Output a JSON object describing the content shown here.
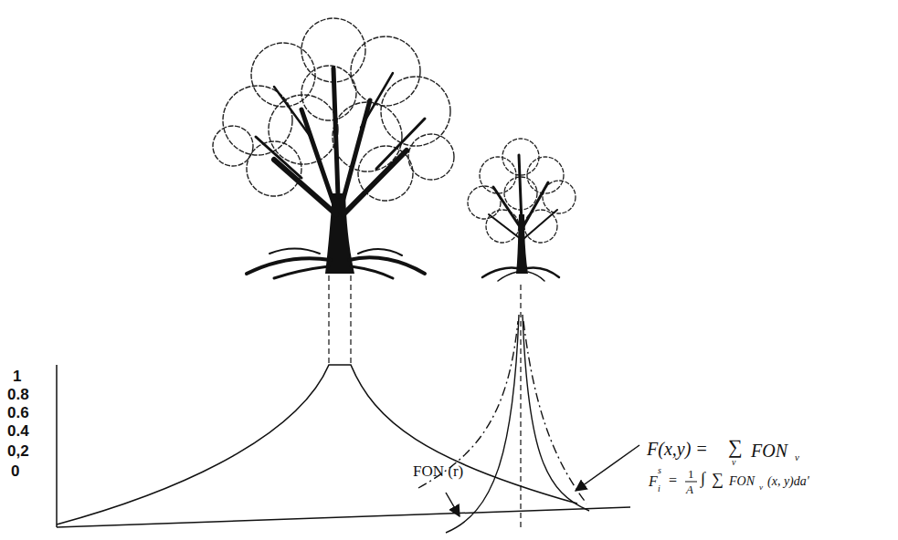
{
  "diagram": {
    "labels": [
      "1",
      "0.8",
      "0.6",
      "0.4",
      "0,2",
      "0",
      "FON (r)",
      "F(x,y) = ",
      "∑",
      "v",
      "FON",
      "v",
      "F",
      "i",
      "s",
      "=",
      "1",
      "A",
      "∫",
      "∑",
      "FON",
      "v",
      "(x, y)da'"
    ]
  }
}
